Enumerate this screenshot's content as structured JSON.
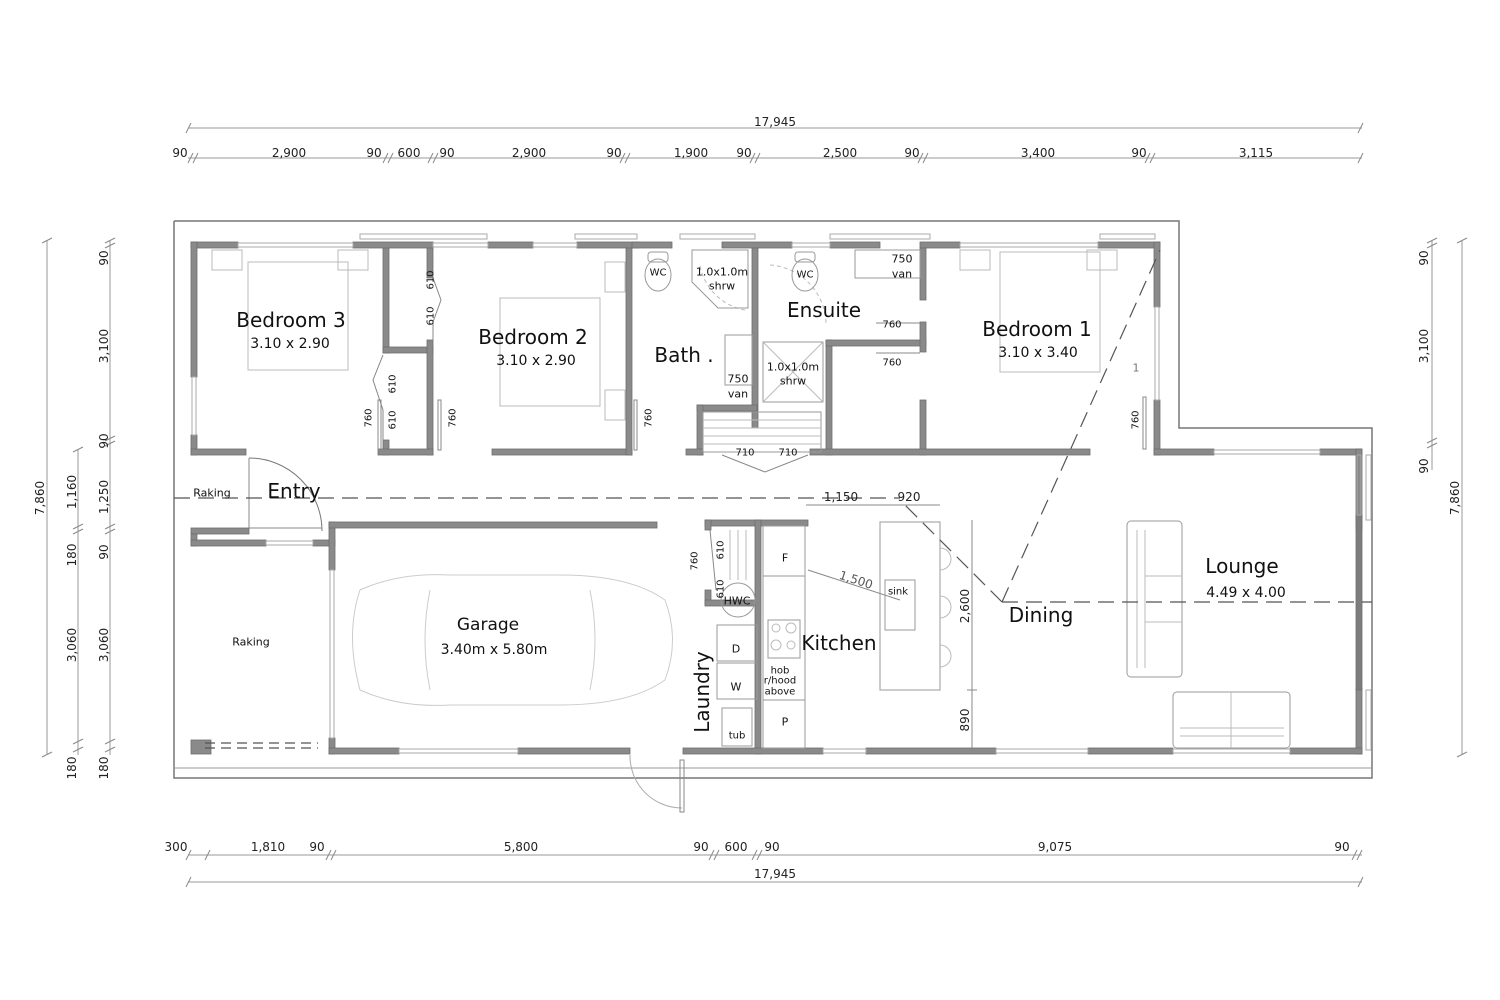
{
  "drawing": {
    "type": "floor plan",
    "units": "mm"
  },
  "rooms": [
    {
      "name": "Bedroom   3",
      "size": "3.10 x 2.90"
    },
    {
      "name": "Bedroom   2",
      "size": "3.10 x 2.90"
    },
    {
      "name": "Bath .",
      "size": ""
    },
    {
      "name": "Ensuite",
      "size": ""
    },
    {
      "name": "Bedroom   1",
      "size": "3.10 x 3.40"
    },
    {
      "name": "Entry",
      "size": ""
    },
    {
      "name": "Garage",
      "size": "3.40m  x 5.80m"
    },
    {
      "name": "Laundry",
      "size": ""
    },
    {
      "name": "Kitchen",
      "size": ""
    },
    {
      "name": "Dining",
      "size": ""
    },
    {
      "name": "Lounge",
      "size": "4.49 x 4.00"
    }
  ],
  "labels": {
    "raking_top": "Raking",
    "raking_side": "Raking",
    "bath_wc": "WC",
    "bath_shower": "1.0x1.0m",
    "bath_shower_sub": "shrw",
    "bath_van": "750",
    "bath_van_sub": "van",
    "ensuite_wc": "WC",
    "ensuite_van": "750",
    "ensuite_van_sub": "van",
    "ensuite_shower": "1.0x1.0m",
    "ensuite_shower_sub": "shrw",
    "fridge": "F",
    "hwc": "HWC",
    "dryer": "D",
    "washer": "W",
    "tub": "tub",
    "hob": "hob",
    "hob_sub1": "r/hood",
    "hob_sub2": "above",
    "pantry": "P",
    "sink": "sink",
    "stair_mark": "1"
  },
  "door_dims": {
    "robe_b2_upper_1": "610",
    "robe_b2_upper_2": "610",
    "robe_b3_lower_1": "610",
    "robe_b3_lower_2": "610",
    "b3_door": "760",
    "b2_door": "760",
    "bath_door": "760",
    "linen_left": "710",
    "linen_right": "710",
    "ensuite_door": "760",
    "wir_door": "760",
    "b1_door": "760",
    "hwc_door": "760",
    "hwc_610_a": "610",
    "hwc_610_b": "610"
  },
  "kitchen_dims": {
    "d1150": "1,150",
    "d920": "920",
    "d1500": "1,500",
    "d2600": "2,600",
    "d890": "890"
  },
  "dimensions": {
    "top_overall": "17,945",
    "top_segments": [
      "90",
      "2,900",
      "90",
      "600",
      "90",
      "2,900",
      "90",
      "1,900",
      "90",
      "2,500",
      "90",
      "3,400",
      "90",
      "3,115"
    ],
    "bottom_segments": [
      "300",
      "1,810",
      "90",
      "5,800",
      "90",
      "600",
      "90",
      "9,075",
      "90"
    ],
    "bottom_overall": "17,945",
    "left_overall": "7,860",
    "left_inner": [
      "180",
      "3,060",
      "180",
      "1,160"
    ],
    "left_outer": [
      "180",
      "3,060",
      "90",
      "1,250",
      "90",
      "3,100",
      "90"
    ],
    "right_inner": [
      "90",
      "3,100",
      "90"
    ],
    "right_overall": "7,860"
  },
  "colors": {
    "wall": "#8a8a8a",
    "wall_edge": "#6e6e6e",
    "line": "#9a9a9a",
    "furniture": "#c8c8c8",
    "dash": "#555555"
  }
}
